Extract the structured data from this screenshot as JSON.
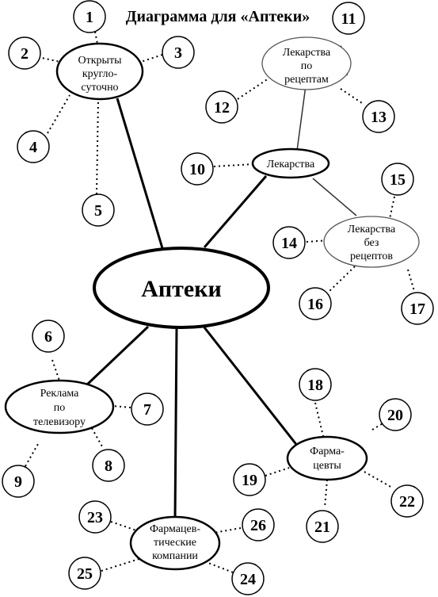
{
  "title": "Диаграмма для «Аптеки»",
  "center": "Аптеки",
  "nodes": {
    "open24": [
      "Открыты",
      "кругло-",
      "суточно"
    ],
    "drugs": [
      "Лекарства"
    ],
    "rx": [
      "Лекарства",
      "по",
      "рецептам"
    ],
    "otc": [
      "Лекарства",
      "без",
      "рецептов"
    ],
    "tv": [
      "Реклама",
      "по",
      "телевизору"
    ],
    "pharm": [
      "Фарма-",
      "цевты"
    ],
    "companies": [
      "Фармацев-",
      "тические",
      "компании"
    ]
  },
  "numbers": [
    "1",
    "2",
    "3",
    "4",
    "5",
    "6",
    "7",
    "8",
    "9",
    "10",
    "11",
    "12",
    "13",
    "14",
    "15",
    "16",
    "17",
    "18",
    "19",
    "20",
    "21",
    "22",
    "23",
    "24",
    "25",
    "26"
  ]
}
